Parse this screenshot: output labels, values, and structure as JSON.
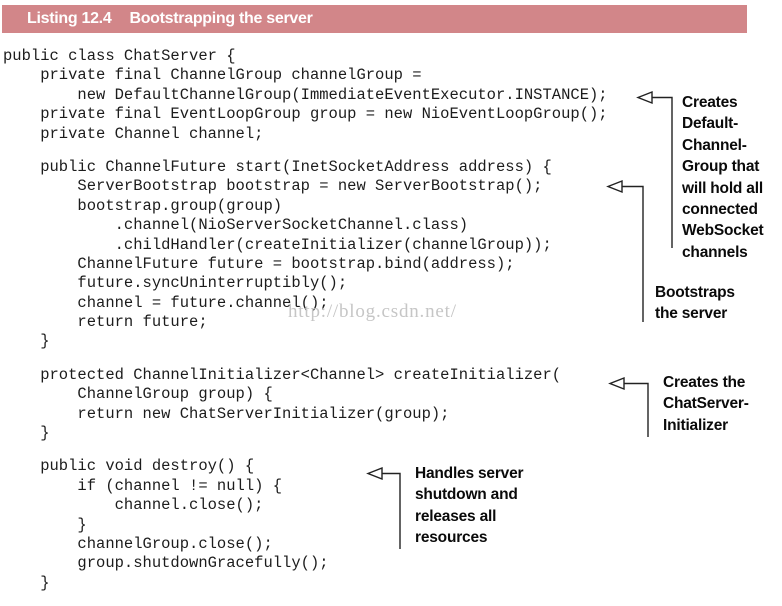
{
  "listing_header": {
    "label": "Listing 12.4",
    "title": "Bootstrapping the server",
    "bar_color": "#d28689"
  },
  "code": {
    "language": "java",
    "lines": [
      "public class ChatServer {",
      "    private final ChannelGroup channelGroup =",
      "        new DefaultChannelGroup(ImmediateEventExecutor.INSTANCE);",
      "    private final EventLoopGroup group = new NioEventLoopGroup();",
      "    private Channel channel;",
      "",
      "    public ChannelFuture start(InetSocketAddress address) {",
      "        ServerBootstrap bootstrap = new ServerBootstrap();",
      "        bootstrap.group(group)",
      "            .channel(NioServerSocketChannel.class)",
      "            .childHandler(createInitializer(channelGroup));",
      "        ChannelFuture future = bootstrap.bind(address);",
      "        future.syncUninterruptibly();",
      "        channel = future.channel();",
      "        return future;",
      "    }",
      "",
      "    protected ChannelInitializer<Channel> createInitializer(",
      "        ChannelGroup group) {",
      "        return new ChatServerInitializer(group);",
      "    }",
      "",
      "    public void destroy() {",
      "        if (channel != null) {",
      "            channel.close();",
      "        }",
      "        channelGroup.close();",
      "        group.shutdownGracefully();",
      "    }"
    ]
  },
  "watermark": {
    "text": "http://blog.csdn.net/"
  },
  "annotations": {
    "creates_group": {
      "text": "Creates\nDefault-\nChannel-\nGroup that\nwill hold all\nconnected\nWebSocket\nchannels"
    },
    "bootstraps": {
      "text": "Bootstraps\nthe server"
    },
    "creates_initializer": {
      "text": "Creates the\nChatServer-\nInitializer"
    },
    "handles_shutdown": {
      "text": "Handles server\nshutdown and\nreleases all\nresources"
    }
  }
}
